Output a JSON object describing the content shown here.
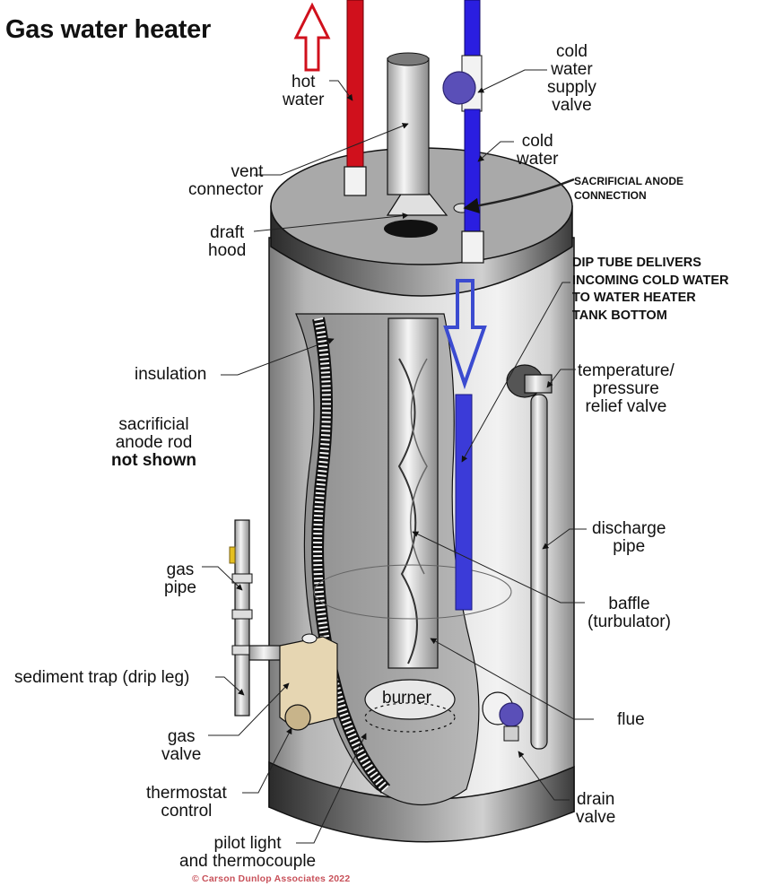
{
  "title": "Gas water heater",
  "copyright": "© Carson Dunlop Associates 2022",
  "colors": {
    "hot_pipe": "#d0101c",
    "cold_pipe": "#2a1ee0",
    "dip_tube_arrow": "#3b4bd0",
    "valve_handle": "#5a4fb8",
    "tank_gray": "#a8a8a8",
    "gas_valve_body": "#e6d6b2",
    "copyright_text": "#c8515a"
  },
  "labels": {
    "hot_water": [
      "hot",
      "water"
    ],
    "cold_water_supply_valve": [
      "cold",
      "water",
      "supply",
      "valve"
    ],
    "cold_water": [
      "cold",
      "water"
    ],
    "vent_connector": [
      "vent",
      "connector"
    ],
    "draft_hood": [
      "draft",
      "hood"
    ],
    "sacrificial_anode_connection": [
      "SACRIFICIAL ANODE",
      "CONNECTION"
    ],
    "dip_tube": [
      "DIP TUBE DELIVERS",
      "INCOMING COLD WATER",
      "TO WATER HEATER",
      "TANK BOTTOM"
    ],
    "insulation": [
      "insulation"
    ],
    "temperature_pressure_relief_valve": [
      "temperature/",
      "pressure",
      "relief valve"
    ],
    "sacrificial_anode_rod": [
      "sacrificial",
      "anode rod"
    ],
    "not_shown": "not shown",
    "gas_pipe": [
      "gas",
      "pipe"
    ],
    "discharge_pipe": [
      "discharge",
      "pipe"
    ],
    "baffle": [
      "baffle",
      "(turbulator)"
    ],
    "sediment_trap": [
      "sediment trap (drip leg)"
    ],
    "burner": "burner",
    "flue": [
      "flue"
    ],
    "gas_valve": [
      "gas",
      "valve"
    ],
    "thermostat_control": [
      "thermostat",
      "control"
    ],
    "drain_valve": [
      "drain",
      "valve"
    ],
    "pilot_light": [
      "pilot light",
      "and thermocouple"
    ]
  }
}
